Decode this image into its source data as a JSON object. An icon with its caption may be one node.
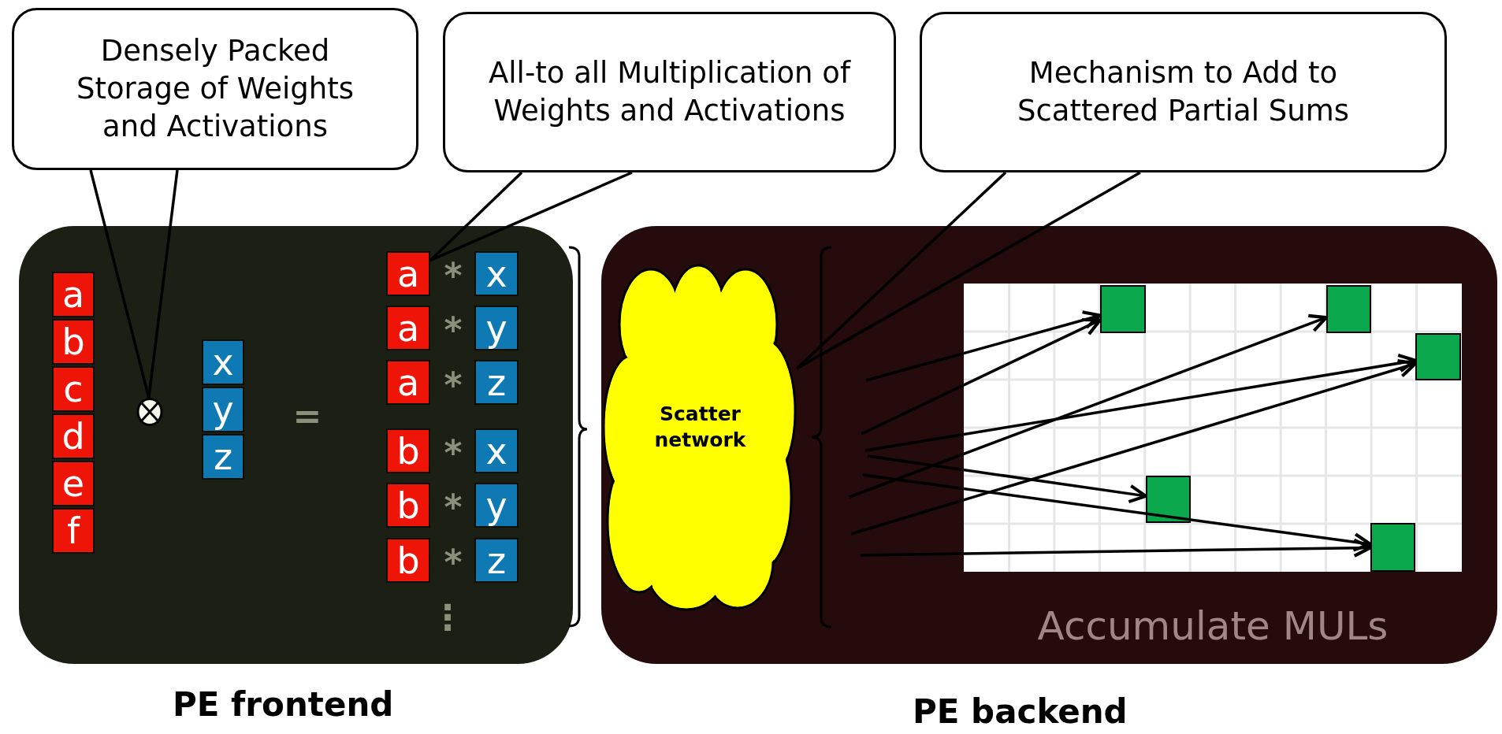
{
  "diagram": {
    "nodes": [
      {
        "text": [
          "Densely Packed Storage of Weights and Activations"
        ]
      },
      {
        "text": [
          "All-to all Multiplication of Weights and Activations"
        ]
      },
      {
        "text": [
          "Mechanism to Add to Scattered Partial Sums"
        ]
      },
      {
        "text": [
          "PE frontend"
        ]
      },
      {
        "text": [
          "a"
        ],
        "in": 3
      },
      {
        "text": [
          "b"
        ],
        "in": 3
      },
      {
        "text": [
          "c"
        ],
        "in": 3
      },
      {
        "text": [
          "d"
        ],
        "in": 3
      },
      {
        "text": [
          "e"
        ],
        "in": 3
      },
      {
        "text": [
          "f"
        ],
        "in": 3
      },
      {
        "text": [],
        "shape": "circle",
        "in": 3
      },
      {
        "text": [
          "x"
        ],
        "in": 3
      },
      {
        "text": [
          "y"
        ],
        "in": 3
      },
      {
        "text": [
          "z"
        ],
        "in": 3
      },
      {
        "text": [
          "a"
        ],
        "in": 3
      },
      {
        "text": [
          "x"
        ],
        "in": 3
      },
      {
        "text": [
          "a"
        ],
        "in": 3
      },
      {
        "text": [
          "y"
        ],
        "in": 3
      },
      {
        "text": [
          "a"
        ],
        "in": 3
      },
      {
        "text": [
          "z"
        ],
        "in": 3
      },
      {
        "text": [
          "b"
        ],
        "in": 3
      },
      {
        "text": [
          "x"
        ],
        "in": 3
      },
      {
        "text": [
          "b"
        ],
        "in": 3
      },
      {
        "text": [
          "y"
        ],
        "in": 3
      },
      {
        "text": [
          "b"
        ],
        "in": 3
      },
      {
        "text": [
          "z"
        ],
        "in": 3
      },
      {
        "text": [
          "PE backend"
        ]
      },
      {
        "text": [
          "Scatter network"
        ],
        "in": 26
      },
      {
        "text": [
          "Accumulate MULs"
        ],
        "in": 26
      },
      {
        "text": [],
        "shape": "box",
        "in": 28
      },
      {
        "text": [],
        "shape": "box",
        "in": 28
      },
      {
        "text": [],
        "shape": "box",
        "in": 28
      },
      {
        "text": [],
        "shape": "box",
        "in": 28
      },
      {
        "text": [],
        "shape": "box",
        "in": 28
      }
    ],
    "edges": [
      {
        "from": 0,
        "to": 10,
        "arrow": "none"
      },
      {
        "from": 1,
        "to": 14,
        "arrow": "none"
      },
      {
        "from": 2,
        "to": 27,
        "arrow": "none"
      },
      {
        "from": null,
        "to": 29,
        "arrow": "to"
      },
      {
        "from": null,
        "to": 29,
        "arrow": "to"
      },
      {
        "from": null,
        "to": 30,
        "arrow": "to"
      },
      {
        "from": null,
        "to": 31,
        "arrow": "to"
      },
      {
        "from": null,
        "to": 31,
        "arrow": "to"
      },
      {
        "from": null,
        "to": 32,
        "arrow": "to"
      },
      {
        "from": null,
        "to": 33,
        "arrow": "to"
      },
      {
        "from": null,
        "to": 33,
        "arrow": "to"
      }
    ],
    "labels": [
      "=",
      "*",
      "*",
      "*",
      "*",
      "*",
      "*",
      "⋮"
    ]
  }
}
